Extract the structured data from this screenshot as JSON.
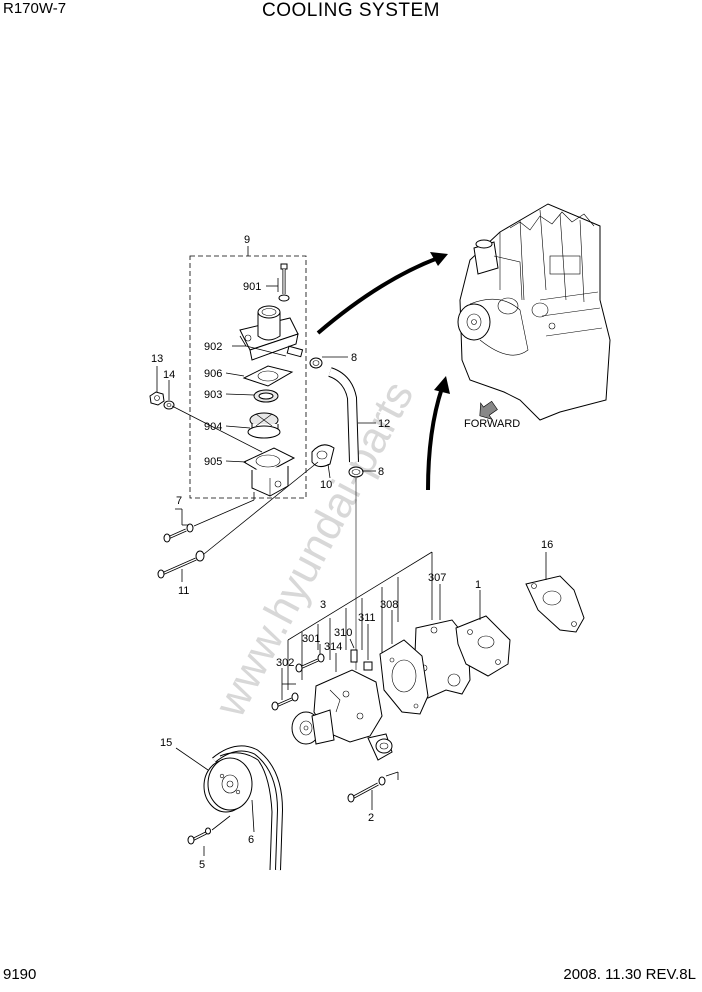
{
  "header": {
    "model": "R170W-7",
    "title": "COOLING SYSTEM"
  },
  "footer": {
    "page": "9190",
    "revision": "2008. 11.30  REV.8L"
  },
  "diagram": {
    "forward_label": "FORWARD",
    "callouts": {
      "c9": "9",
      "c901": "901",
      "c902": "902",
      "c906": "906",
      "c903": "903",
      "c904": "904",
      "c905": "905",
      "c13": "13",
      "c14": "14",
      "c8a": "8",
      "c8b": "8",
      "c12": "12",
      "c10": "10",
      "c7": "7",
      "c11": "11",
      "c16": "16",
      "c307": "307",
      "c1": "1",
      "c3": "3",
      "c308": "308",
      "c301": "301",
      "c310": "310",
      "c311": "311",
      "c302": "302",
      "c314": "314",
      "c15": "15",
      "c6": "6",
      "c5": "5",
      "c2": "2"
    }
  }
}
